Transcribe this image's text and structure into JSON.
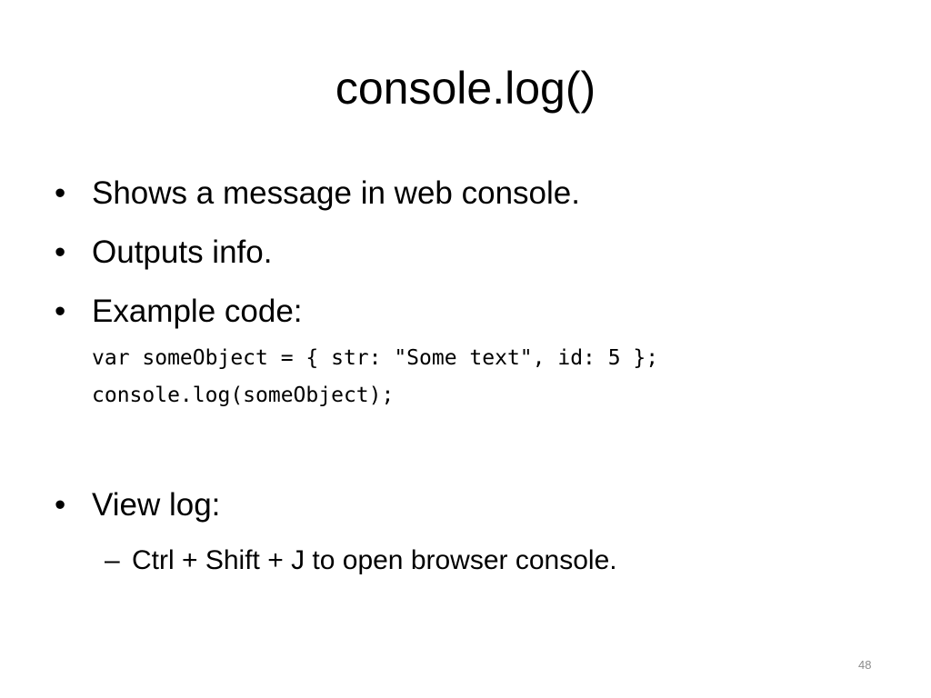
{
  "slide": {
    "title": "console.log()",
    "bullets": [
      {
        "marker": "•",
        "text": "Shows a message in web console."
      },
      {
        "marker": "•",
        "text": "Outputs info."
      },
      {
        "marker": "•",
        "text": "Example code:"
      },
      {
        "marker": "•",
        "text": "View log:"
      }
    ],
    "code_lines": [
      "var someObject = { str: \"Some text\", id: 5 };",
      "console.log(someObject);"
    ],
    "sub_bullet": {
      "marker": "–",
      "text": "Ctrl + Shift + J to open browser console."
    },
    "page_number": "48"
  }
}
